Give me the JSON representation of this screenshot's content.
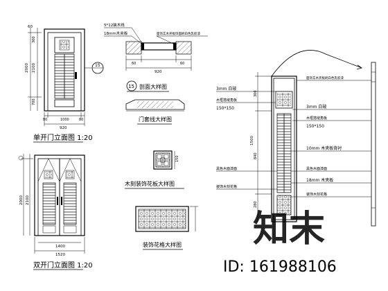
{
  "drawings": {
    "single_door": {
      "title": "单开门立面图 1:20",
      "dims_left": [
        "60",
        "2000",
        "2100",
        "300",
        "700"
      ],
      "dims_bottom": [
        "80",
        "1000",
        "80"
      ],
      "dim_total": "920",
      "callout": "15"
    },
    "double_door": {
      "title": "双开门立面图 1:20",
      "dims_left": [
        "2000",
        "2100"
      ],
      "dims_bottom": [
        "1400"
      ],
      "dim_total": "1520"
    },
    "section": {
      "title": "剖面大样图",
      "callout": "15",
      "note_top": "5*12装木线",
      "note_mid": "18mm木夹板",
      "note_right": "面饰实木夹板饰面刷白色乳胶漆",
      "dims": [
        "60",
        "60",
        "920"
      ]
    },
    "door_line": {
      "title": "门套线大样图"
    },
    "carved_panel": {
      "title": "木刻装饰花板大样图",
      "dim": "150"
    },
    "lattice": {
      "title": "装饰花格大样图"
    },
    "door_leaf": {
      "label_3mm": "3mm 白玻",
      "label_wood": "木框搭缝角板",
      "label_size_left": "150*150",
      "label_3mm_right": "3mm 白玻",
      "label_wood_right": "木框搭缝角板",
      "label_size_right": "150*150",
      "label_10mm": "10mm 木夹板背衬",
      "label_18mm": "18mm 木夹板",
      "label_left_a": "黑色木面漆面",
      "label_left_b": "装饰木刻花格",
      "label_right_a": "黑色木面漆面",
      "label_right_b": "装饰木刻花格",
      "label_top": "面饰实木夹板刷白色乳胶漆",
      "dims": [
        "300",
        "1500",
        "840",
        "280"
      ]
    }
  },
  "watermark": {
    "brand": "知末",
    "id_text": "ID: 161988106"
  }
}
